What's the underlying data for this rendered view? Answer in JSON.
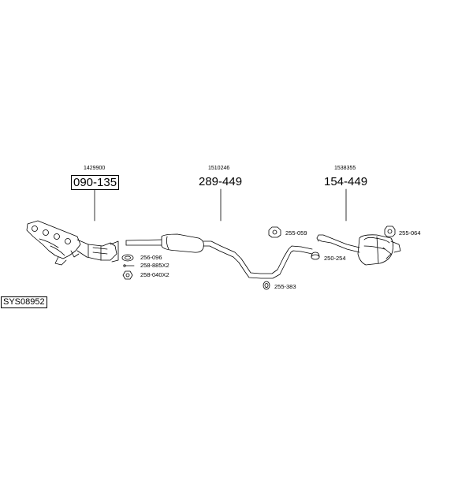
{
  "catalog_code": "SYS08952",
  "parts": [
    {
      "oe_number": "1429900",
      "part_number": "090-135",
      "selected": true,
      "name": "catalytic-converter-manifold"
    },
    {
      "oe_number": "1510246",
      "part_number": "289-449",
      "selected": false,
      "name": "middle-silencer"
    },
    {
      "oe_number": "1538355",
      "part_number": "154-449",
      "selected": false,
      "name": "rear-silencer"
    }
  ],
  "accessories": [
    {
      "code": "256-096",
      "name": "gasket-ring"
    },
    {
      "code": "258-885X2",
      "name": "bolt"
    },
    {
      "code": "258-040X2",
      "name": "nut"
    },
    {
      "code": "255-059",
      "name": "rubber-mount-front"
    },
    {
      "code": "255-383",
      "name": "rubber-ring"
    },
    {
      "code": "250-254",
      "name": "clamp"
    },
    {
      "code": "255-064",
      "name": "rubber-mount-rear"
    }
  ]
}
